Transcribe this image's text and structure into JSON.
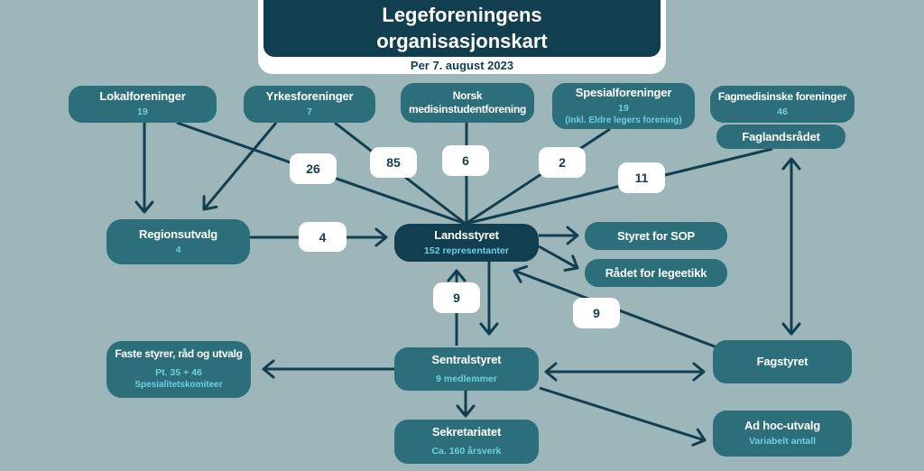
{
  "title": {
    "line1": "Legeforeningens",
    "line2": "organisasjonskart",
    "date": "Per 7. august 2023"
  },
  "colors": {
    "background": "#9db6ba",
    "box": "#2c6e79",
    "dark": "#123f4f",
    "accent": "#6fcfe2",
    "line": "#123f4f"
  },
  "nodes": {
    "lokalforeninger": {
      "label": "Lokalforeninger",
      "count": "19"
    },
    "yrkesforeninger": {
      "label": "Yrkesforeninger",
      "count": "7"
    },
    "medisinstudentforening": {
      "label": "Norsk medisinstudentforening"
    },
    "spesialforeninger": {
      "label": "Spesialforeninger",
      "count": "19",
      "note": "(Inkl. Eldre legers forening)"
    },
    "fagmedisinske": {
      "label": "Fagmedisinske foreninger",
      "count": "46"
    },
    "faglandsradet": {
      "label": "Faglandsrådet"
    },
    "regionsutvalg": {
      "label": "Regionsutvalg",
      "count": "4"
    },
    "landsstyret": {
      "label": "Landsstyret",
      "count": "152 representanter"
    },
    "styret_sop": {
      "label": "Styret for SOP"
    },
    "radet_legeetikk": {
      "label": "Rådet for legeetikk"
    },
    "faste_styrer": {
      "label": "Faste styrer, råd og utvalg",
      "count": "Pt. 35 + 46",
      "note": "Spesialitetskomiteer"
    },
    "sentralstyret": {
      "label": "Sentralstyret",
      "count": "9 medlemmer"
    },
    "fagstyret": {
      "label": "Fagstyret"
    },
    "sekretariatet": {
      "label": "Sekretariatet",
      "count": "Ca. 160 årsverk"
    },
    "adhoc": {
      "label": "Ad hoc-utvalg",
      "count": "Variabelt antall"
    }
  },
  "edge_labels": {
    "lokalforeninger": "26",
    "yrkesforeninger": "85",
    "medisinstudentforening": "6",
    "spesialforeninger": "2",
    "faglandsradet": "11",
    "regionsutvalg": "4",
    "sentralstyret": "9",
    "fagstyret": "9"
  }
}
